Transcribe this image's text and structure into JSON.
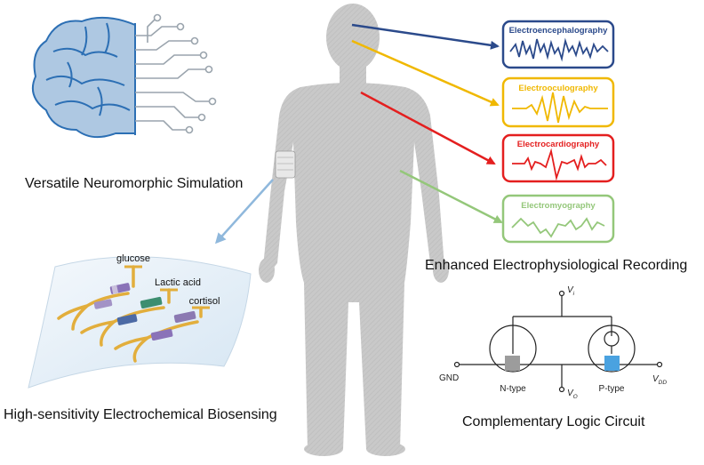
{
  "captions": {
    "neuromorphic": "Versatile Neuromorphic Simulation",
    "recording": "Enhanced Electrophysiological Recording",
    "biosensing": "High-sensitivity Electrochemical Biosensing",
    "logic": "Complementary Logic Circuit"
  },
  "signals": [
    {
      "label": "Electroencephalography",
      "color": "#2b4a8b"
    },
    {
      "label": "Electrooculography",
      "color": "#f0b800"
    },
    {
      "label": "Electrocardiography",
      "color": "#e41f1f"
    },
    {
      "label": "Electromyography",
      "color": "#94c77a"
    }
  ],
  "biosensor": {
    "labels": [
      "glucose",
      "Lactic acid",
      "cortisol"
    ]
  },
  "circuit": {
    "vi": "V",
    "vi_sub": "i",
    "vo": "V",
    "vo_sub": "O",
    "gnd": "GND",
    "vdd": "V",
    "vdd_sub": "DD",
    "ntype": "N-type",
    "ptype": "P-type"
  }
}
